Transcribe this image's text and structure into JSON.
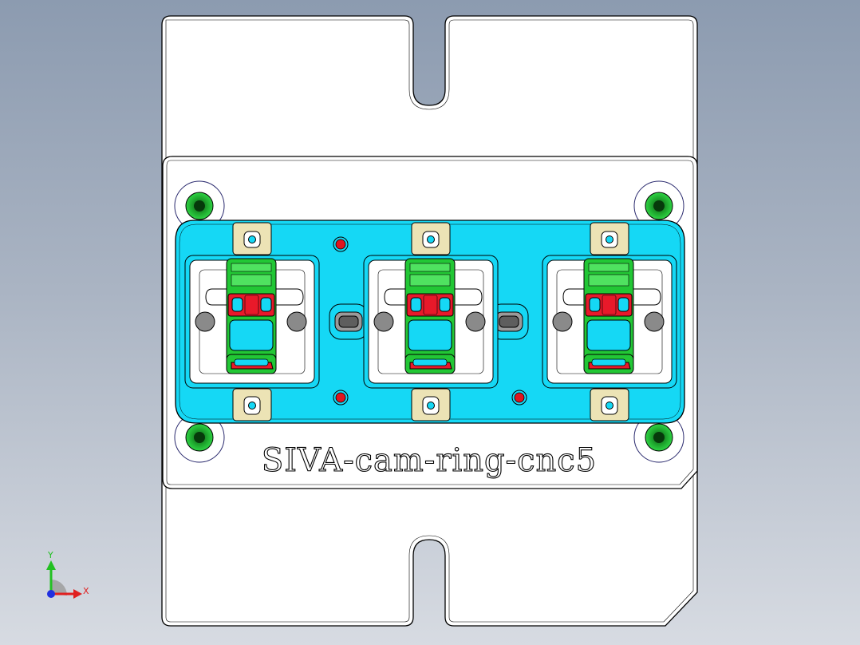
{
  "model": {
    "engraving_text": "SIVA-cam-ring-cnc5",
    "fixture_count": 3,
    "locator_pin_count": 2,
    "mounting_screw_count": 4,
    "dowel_pin_count": 3
  },
  "triad": {
    "x_label": "X",
    "y_label": "Y",
    "x_color": "#e02020",
    "y_color": "#22c022",
    "z_color": "#2030e0"
  },
  "colors": {
    "background_top": "#8c9bb0",
    "background_bottom": "#d7dbe2",
    "base_plate": "#ffffff",
    "pallet": "#15d8f5",
    "clamp_green": "#22c735",
    "clip_red": "#e8192a",
    "pad_tan": "#ece3b5",
    "screw_green": "#1fa82e",
    "dowel_red": "#e0141e",
    "locator_grey": "#8a8a8a"
  }
}
